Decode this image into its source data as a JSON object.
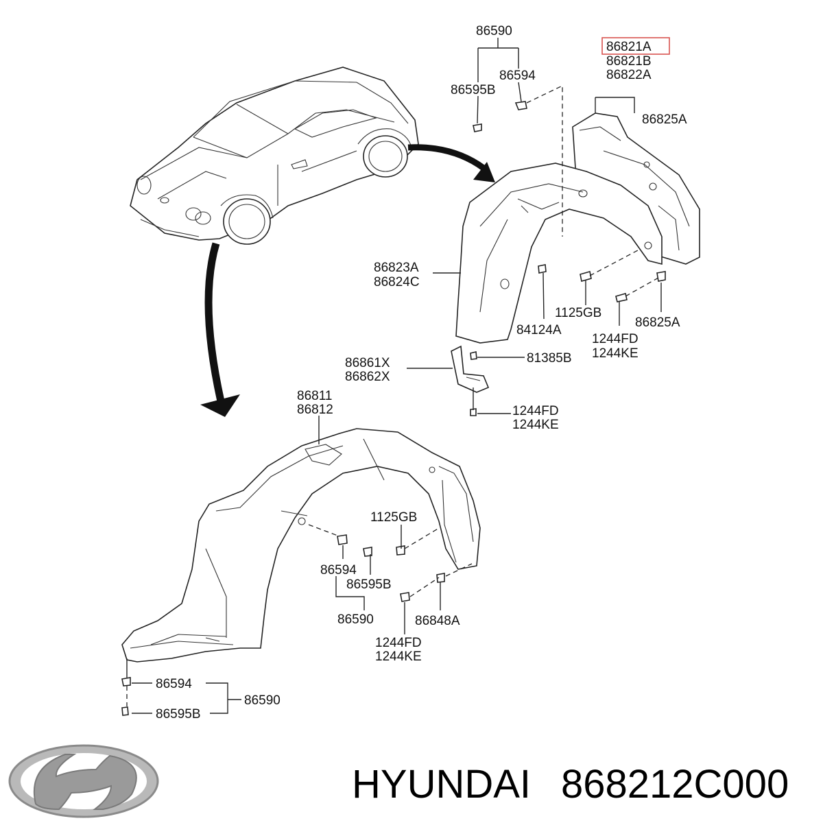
{
  "diagram": {
    "labels": {
      "top_clip_group": "86590",
      "top_clip": "86594",
      "top_screw": "86595B",
      "rear_highlighted": "86821A",
      "rear_alt_1": "86821B",
      "rear_alt_2": "86822A",
      "rear_bracket_upper": "86825A",
      "rear_liner_1": "86823A",
      "rear_liner_2": "86824C",
      "rear_nut": "84124A",
      "rear_bolt": "1125GB",
      "rear_bracket_lower": "86825A",
      "rear_screw_1": "1244FD",
      "rear_screw_2": "1244KE",
      "mud_bracket_1": "86861X",
      "mud_bracket_2": "86862X",
      "mud_nut": "81385B",
      "mud_screw_1": "1244FD",
      "mud_screw_2": "1244KE",
      "front_liner_1": "86811",
      "front_liner_2": "86812",
      "front_bolt": "1125GB",
      "front_clip": "86594",
      "front_screw": "86595B",
      "front_clip_group": "86590",
      "front_retainer": "86848A",
      "front_screw_1": "1244FD",
      "front_screw_2": "1244KE",
      "bottom_clip": "86594",
      "bottom_screw": "86595B",
      "bottom_clip_group": "86590"
    },
    "highlight_color": "#d9534f"
  },
  "footer": {
    "brand": "HYUNDAI",
    "part_number": "868212C000",
    "logo_icon": "hyundai-logo-icon"
  }
}
